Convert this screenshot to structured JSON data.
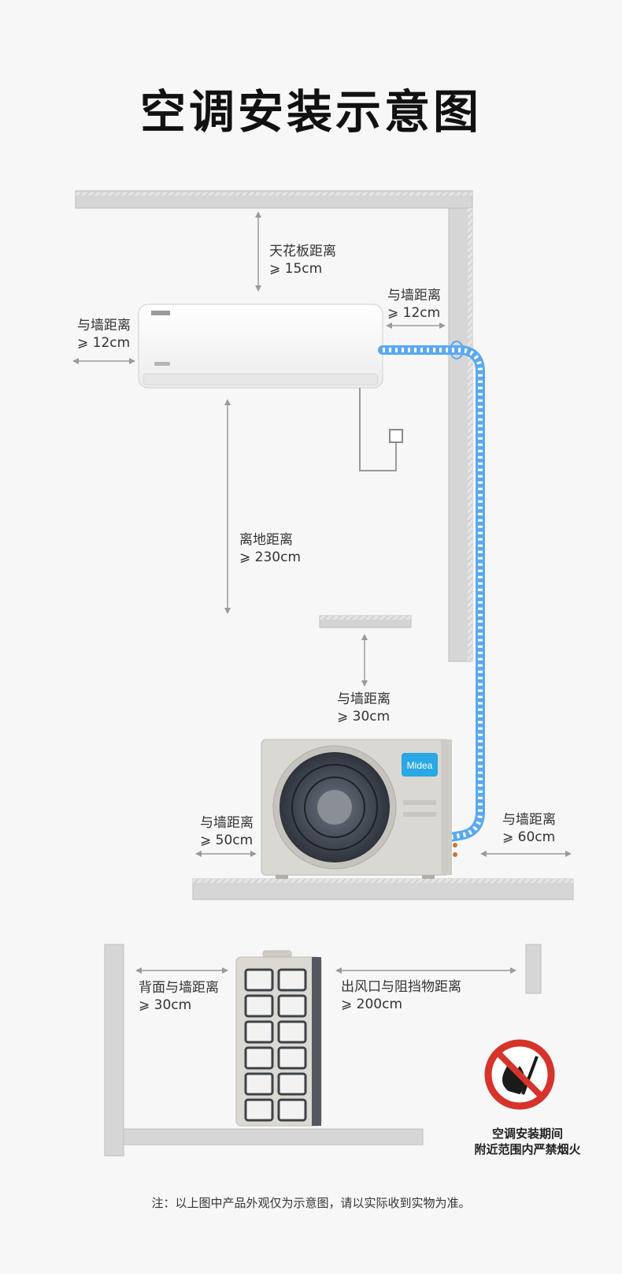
{
  "title": "空调安装示意图",
  "brand": {
    "logo_text": "Midea",
    "panel_logo": "Midea"
  },
  "labels": {
    "ceiling": {
      "line1": "天花板距离",
      "line2": "⩾ 15cm"
    },
    "indoor_right_wall": {
      "line1": "与墙距离",
      "line2": "⩾ 12cm"
    },
    "indoor_left_wall": {
      "line1": "与墙距离",
      "line2": "⩾ 12cm"
    },
    "floor": {
      "line1": "离地距离",
      "line2": "⩾ 230cm"
    },
    "outdoor_top": {
      "line1": "与墙距离",
      "line2": "⩾ 30cm"
    },
    "outdoor_left": {
      "line1": "与墙距离",
      "line2": "⩾ 50cm"
    },
    "outdoor_right": {
      "line1": "与墙距离",
      "line2": "⩾ 60cm"
    },
    "back_wall": {
      "line1": "背面与墙距离",
      "line2": "⩾ 30cm"
    },
    "outlet": {
      "line1": "出风口与阻挡物距离",
      "line2": "⩾ 200cm"
    }
  },
  "warning": {
    "line1": "空调安装期间",
    "line2": "附近范围内严禁烟火"
  },
  "note": "注：以上图中产品外观仅为示意图，请以实际收到实物为准。",
  "colors": {
    "pipe": "#5aa9f0",
    "wall": "#d4d4d4",
    "warning": "#d6332b",
    "logo_bg": "#2aa7e4"
  }
}
